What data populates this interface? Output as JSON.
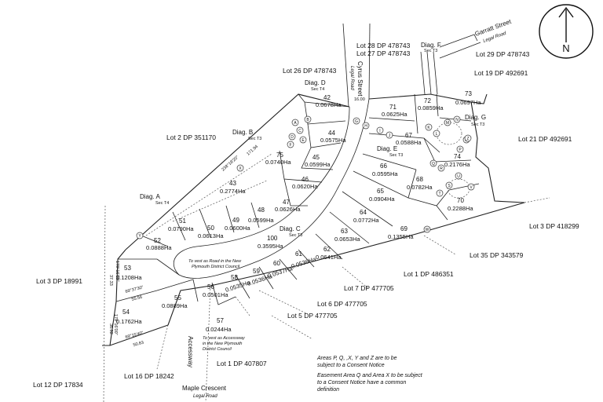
{
  "north": {
    "label": "N"
  },
  "roads": {
    "garratt": {
      "name": "Garratt Street",
      "sub": "Legal Road"
    },
    "cyrus": {
      "name": "Cyrus Street",
      "sub": "Legal Road",
      "width": "16.00"
    },
    "maple": {
      "name": "Maple Crescent",
      "sub": "Legal Road"
    },
    "accessway": {
      "name": "Accessway"
    }
  },
  "adjacent": {
    "lot28": "Lot 28 DP 478743",
    "lot27": "Lot 27 DP 478743",
    "lot29": "Lot 29 DP 478743",
    "lot26": "Lot 26 DP 478743",
    "lot19": "Lot 19 DP 492691",
    "lot2": "Lot 2 DP 351170",
    "lot21": "Lot 21 DP 492691",
    "lot3_418": "Lot 3 DP 418299",
    "lot35": "Lot 35 DP 343579",
    "lot1_486": "Lot 1 DP 486351",
    "lot7": "Lot 7 DP 477705",
    "lot6": "Lot 6 DP 477705",
    "lot5": "Lot 5 DP 477705",
    "lot3_189": "Lot 3 DP 18991",
    "lot1_407": "Lot 1 DP 407807",
    "lot16": "Lot 16 DP 18242",
    "lot12": "Lot 12 DP 17834"
  },
  "diagrams": {
    "a": {
      "label": "Diag. A",
      "sec": "Sec T4"
    },
    "b": {
      "label": "Diag. B",
      "sec": "Sec T3"
    },
    "c": {
      "label": "Diag. C",
      "sec": "Sec T3"
    },
    "d": {
      "label": "Diag. D",
      "sec": "Sec T4"
    },
    "e": {
      "label": "Diag. E",
      "sec": "Sec T3"
    },
    "f": {
      "label": "Diag. F",
      "sec": "Sec T3"
    },
    "g": {
      "label": "Diag. G",
      "sec": "Sec T3"
    }
  },
  "lots": {
    "l42": {
      "num": "42",
      "area": "0.0678Ha"
    },
    "l44": {
      "num": "44",
      "area": "0.0575Ha"
    },
    "l45": {
      "num": "45",
      "area": "0.0599Ha"
    },
    "l75": {
      "num": "75",
      "area": "0.0740Ha"
    },
    "l46": {
      "num": "46",
      "area": "0.0620Ha"
    },
    "l43": {
      "num": "43",
      "area": "0.2774Ha"
    },
    "l47": {
      "num": "47",
      "area": "0.0626Ha"
    },
    "l48": {
      "num": "48",
      "area": "0.0599Ha"
    },
    "l49": {
      "num": "49",
      "area": "0.0600Ha"
    },
    "l50": {
      "num": "50",
      "area": "0.0613Ha"
    },
    "l51": {
      "num": "51",
      "area": "0.0790Ha"
    },
    "l52": {
      "num": "52",
      "area": "0.0888Ha"
    },
    "l53": {
      "num": "53",
      "area": "0.1208Ha"
    },
    "l54": {
      "num": "54",
      "area": "0.1762Ha"
    },
    "l55": {
      "num": "55",
      "area": "0.0889Ha"
    },
    "l56": {
      "num": "56",
      "area": "0.0501Ha"
    },
    "l57": {
      "num": "57",
      "area": "0.0244Ha"
    },
    "l58": {
      "num": "58",
      "area": "0.0535Ha"
    },
    "l59": {
      "num": "59",
      "area": "0.0536Ha"
    },
    "l60": {
      "num": "60",
      "area": "0.0537Ha"
    },
    "l61": {
      "num": "61",
      "area": "0.0536Ha"
    },
    "l62": {
      "num": "62",
      "area": "0.0641Ha"
    },
    "l63": {
      "num": "63",
      "area": "0.0653Ha"
    },
    "l64": {
      "num": "64",
      "area": "0.0772Ha"
    },
    "l65": {
      "num": "65",
      "area": "0.0904Ha"
    },
    "l66": {
      "num": "66",
      "area": "0.0595Ha"
    },
    "l67": {
      "num": "67",
      "area": "0.0588Ha"
    },
    "l68": {
      "num": "68",
      "area": "0.0782Ha"
    },
    "l69": {
      "num": "69",
      "area": "0.1355Ha"
    },
    "l70": {
      "num": "70",
      "area": "0.2288Ha"
    },
    "l71": {
      "num": "71",
      "area": "0.0625Ha"
    },
    "l72": {
      "num": "72",
      "area": "0.0859Ha"
    },
    "l73": {
      "num": "73",
      "area": "0.0697Ha"
    },
    "l74": {
      "num": "74",
      "area": "0.2176Ha"
    },
    "l100": {
      "num": "100",
      "area": "0.3595Ha"
    }
  },
  "dims": {
    "bearing_b": "238°18'20\"",
    "dist_b": "171.94",
    "bearing_53": "69°37'30\"",
    "dist_53": "55.56",
    "bearing_54": "69°15'40\"",
    "dist_54": "50.83",
    "bearing_w1": "178°16'00\"",
    "dist_w1": "37.33",
    "bearing_w2": "178°16'00\"",
    "dist_w2": "36.82"
  },
  "easements": [
    "A",
    "B",
    "C",
    "D",
    "E",
    "F",
    "G",
    "H",
    "I",
    "J",
    "K",
    "L",
    "M",
    "N",
    "O",
    "P",
    "Q",
    "R",
    "S",
    "T",
    "U",
    "V",
    "W",
    "X",
    "Y",
    "Z"
  ],
  "notes": {
    "road_vest": [
      "To vest as Road in the New",
      "Plymouth District Council"
    ],
    "accessway_vest": [
      "To vest as Accessway",
      "in the New Plymouth",
      "District Council"
    ],
    "consent": [
      "Areas P, Q, ,X, Y and Z are to be",
      "subject to a Consent Notice",
      "Easement Area Q and Area X to be subject",
      "to a Consent Notice have a common",
      "definition"
    ]
  }
}
